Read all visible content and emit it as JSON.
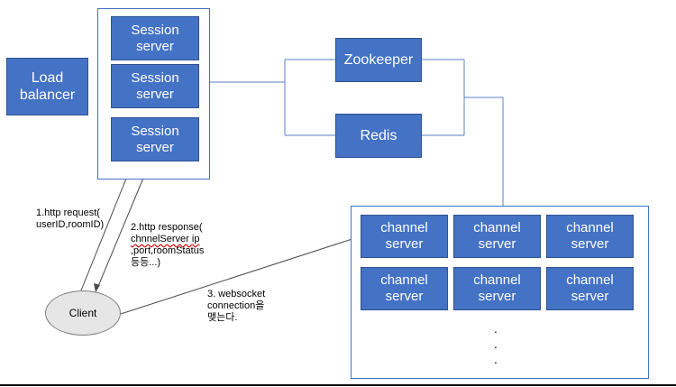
{
  "nodes": {
    "load_balancer": [
      "Load",
      "balancer"
    ],
    "session_servers": [
      [
        "Session",
        "server"
      ],
      [
        "Session",
        "server"
      ],
      [
        "Session",
        "server"
      ]
    ],
    "zookeeper": "Zookeeper",
    "redis": "Redis",
    "client": "Client",
    "channel_servers": [
      [
        "channel",
        "server"
      ],
      [
        "channel",
        "server"
      ],
      [
        "channel",
        "server"
      ],
      [
        "channel",
        "server"
      ],
      [
        "channel",
        "server"
      ],
      [
        "channel",
        "server"
      ]
    ],
    "ellipsis": [
      ".",
      ".",
      "."
    ]
  },
  "notes": {
    "request": [
      "1.http request(",
      "userID,roomID)"
    ],
    "response": [
      "2.http response(",
      "chnnelServer ip",
      ",port,roomStatus",
      "등등...)"
    ],
    "websocket": [
      "3. websocket",
      "connection을",
      "맺는다."
    ]
  },
  "colors": {
    "box_fill": "#4472c4",
    "box_border": "#2f528f",
    "client_fill": "#e7e6e6"
  }
}
